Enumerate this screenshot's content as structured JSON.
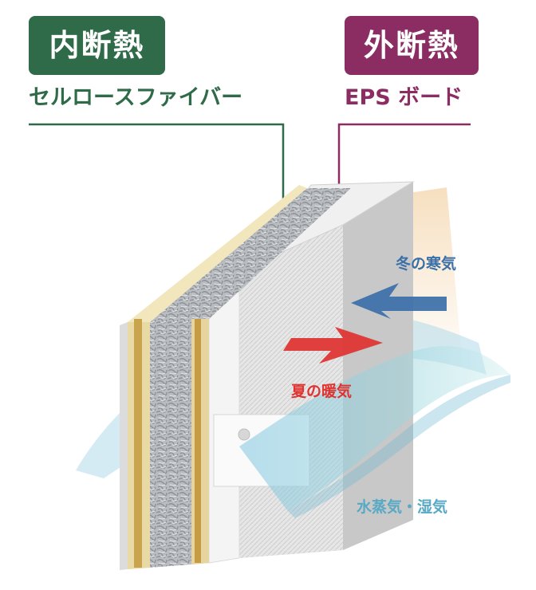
{
  "colors": {
    "inner": "#2f6b48",
    "outer": "#8b2d63",
    "cold": "#3b6fa8",
    "warm": "#e0322f",
    "vapor": "#58a9c4"
  },
  "inner_insulation": {
    "badge": "内断熱",
    "material": "セルロースファイバー"
  },
  "outer_insulation": {
    "badge": "外断熱",
    "material": "EPS ボード"
  },
  "flows": {
    "cold": "冬の寒気",
    "warm": "夏の暖気",
    "vapor": "水蒸気・湿気"
  }
}
